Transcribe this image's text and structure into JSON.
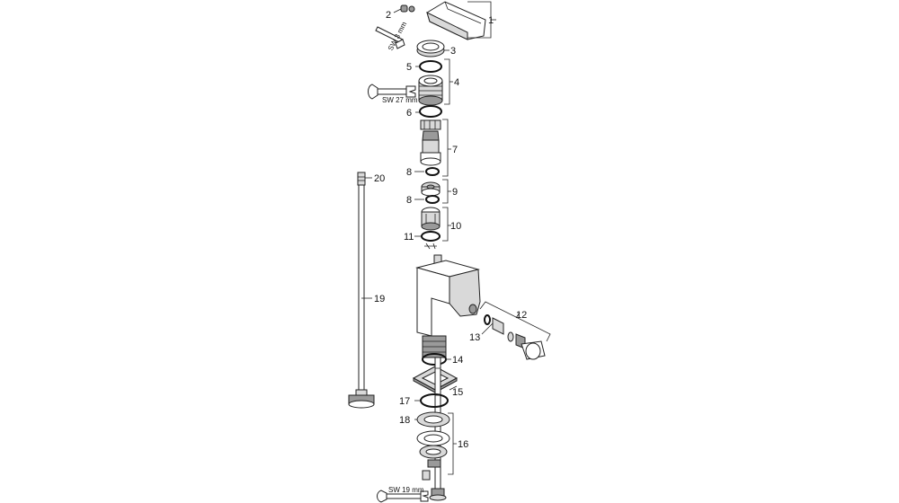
{
  "parts": [
    {
      "id": "1",
      "label": "1"
    },
    {
      "id": "2",
      "label": "2"
    },
    {
      "id": "3",
      "label": "3"
    },
    {
      "id": "4",
      "label": "4"
    },
    {
      "id": "5",
      "label": "5"
    },
    {
      "id": "6",
      "label": "6"
    },
    {
      "id": "7",
      "label": "7"
    },
    {
      "id": "8a",
      "label": "8"
    },
    {
      "id": "8b",
      "label": "8"
    },
    {
      "id": "9",
      "label": "9"
    },
    {
      "id": "10",
      "label": "10"
    },
    {
      "id": "11",
      "label": "11"
    },
    {
      "id": "12",
      "label": "12"
    },
    {
      "id": "13",
      "label": "13"
    },
    {
      "id": "14",
      "label": "14"
    },
    {
      "id": "15",
      "label": "15"
    },
    {
      "id": "16",
      "label": "16"
    },
    {
      "id": "17",
      "label": "17"
    },
    {
      "id": "18",
      "label": "18"
    },
    {
      "id": "19",
      "label": "19"
    },
    {
      "id": "20",
      "label": "20"
    }
  ],
  "tools": {
    "hex_key": "SW 3 mm",
    "wrench_27": "SW 27 mm",
    "wrench_19": "SW 19 mm"
  }
}
